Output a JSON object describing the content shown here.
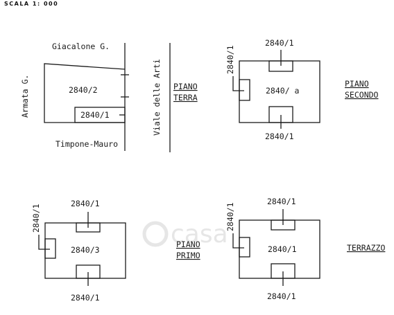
{
  "scale_label": "SCALA 1: 000",
  "streets": {
    "giacalone": "Giacalone G.",
    "armata": "Armata G.",
    "timpone": "Timpone-Mauro",
    "viale": "Viale delle Arti"
  },
  "floors": {
    "piano_terra": {
      "line1": "PIANO",
      "line2": "TERRA"
    },
    "piano_secondo": {
      "line1": "PIANO",
      "line2": "SECONDO"
    },
    "piano_primo": {
      "line1": "PIANO",
      "line2": "PRIMO"
    },
    "terrazzo": {
      "line1": "TERRAZZO"
    }
  },
  "parcels": {
    "ground_main": "2840/2",
    "ground_sub": "2840/1",
    "second_main": "2840/ a",
    "second_top": "2840/1",
    "second_bottom": "2840/1",
    "second_left": "2840/1",
    "first_main": "2840/3",
    "first_top": "2840/1",
    "first_bottom": "2840/1",
    "first_left": "2840/1",
    "terrace_main": "2840/1",
    "terrace_top": "2840/1",
    "terrace_bottom": "2840/1",
    "terrace_left": "2840/1"
  },
  "watermark": "casa"
}
